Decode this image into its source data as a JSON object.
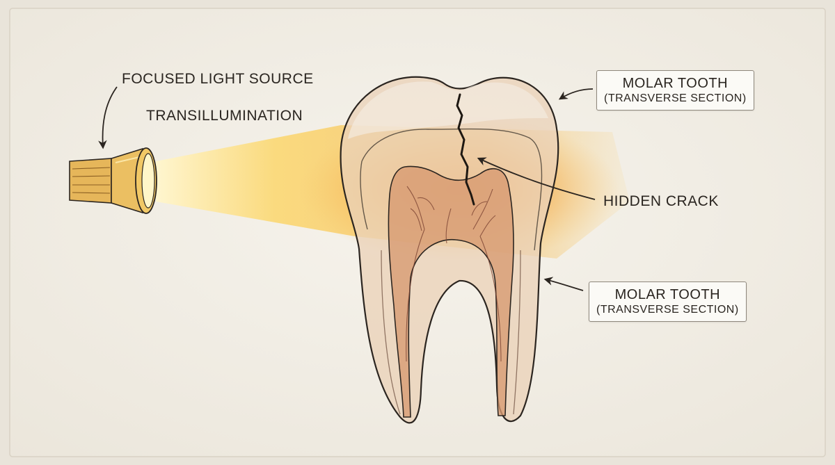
{
  "labels": {
    "light_source": "FOCUSED LIGHT SOURCE",
    "technique": "TRANSILLUMINATION",
    "hidden_crack": "HIDDEN CRACK",
    "callout_top": {
      "line1": "MOLAR TOOTH",
      "line2": "(TRANSVERSE SECTION)"
    },
    "callout_bottom": {
      "line1": "MOLAR TOOTH",
      "line2": "(TRANSVERSE SECTION)"
    }
  },
  "colors": {
    "paper": "#f3efe6",
    "light_beam": "#f8c848",
    "glow": "#f3962e",
    "tooth_fill": "#ead0b6",
    "pulp": "#d89a72",
    "outline": "#2b2520",
    "flashlight_body": "#e6b65a"
  }
}
